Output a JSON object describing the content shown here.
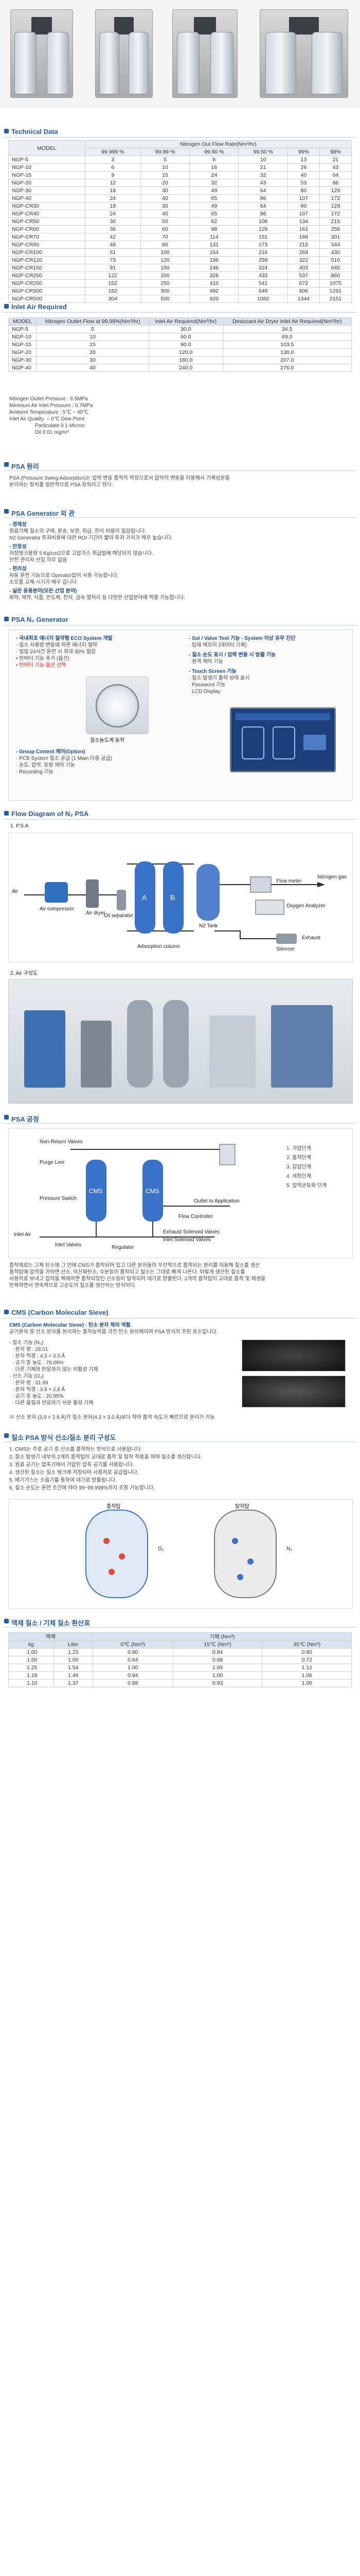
{
  "sections": {
    "tech": "Technical Data",
    "inlet": "Inlet Air Required",
    "psa": "PSA 원리",
    "gen": "PSA Generator 외 관",
    "nsys": "PSA N₂ Generator",
    "flow": "Flow Diagram of N₂ PSA",
    "psa2": "PSA 공정",
    "cms": "CMS (Carbon Molecular Sieve)",
    "traits": "질소 PSA 방식 선소/질소 분리 구성도",
    "conv": "액체 질소 / 기체 질소 환산표"
  },
  "tech_table": {
    "header_model": "MODEL",
    "header_flow": "Nitrogen Out Flow Rate(Nm³/hr)",
    "purities": [
      "99.999 %",
      "99.99 %",
      "99.90 %",
      "99.50 %",
      "99%",
      "98%"
    ],
    "rows": [
      [
        "NGP-5",
        "3",
        "5",
        "8",
        "10",
        "13",
        "21"
      ],
      [
        "NGP-10",
        "6",
        "10",
        "16",
        "21",
        "26",
        "43"
      ],
      [
        "NGP-15",
        "9",
        "15",
        "24",
        "32",
        "40",
        "64"
      ],
      [
        "NGP-20",
        "12",
        "20",
        "32",
        "43",
        "53",
        "86"
      ],
      [
        "NGP-30",
        "18",
        "30",
        "49",
        "64",
        "80",
        "129"
      ],
      [
        "NGP-40",
        "24",
        "40",
        "65",
        "86",
        "107",
        "172"
      ],
      [
        "NGP-CR30",
        "18",
        "30",
        "49",
        "64",
        "80",
        "129"
      ],
      [
        "NGP-CR40",
        "24",
        "40",
        "65",
        "86",
        "107",
        "172"
      ],
      [
        "NGP-CR50",
        "30",
        "50",
        "82",
        "108",
        "134",
        "215"
      ],
      [
        "NGP-CR60",
        "36",
        "60",
        "98",
        "129",
        "161",
        "258"
      ],
      [
        "NGP-CR70",
        "42",
        "70",
        "114",
        "151",
        "188",
        "301"
      ],
      [
        "NGP-CR80",
        "48",
        "80",
        "131",
        "173",
        "215",
        "344"
      ],
      [
        "NGP-CR100",
        "61",
        "100",
        "164",
        "216",
        "269",
        "430"
      ],
      [
        "NGP-CR120",
        "73",
        "120",
        "196",
        "259",
        "322",
        "516"
      ],
      [
        "NGP-CR150",
        "91",
        "150",
        "246",
        "324",
        "403",
        "645"
      ],
      [
        "NGP-CR200",
        "122",
        "200",
        "328",
        "433",
        "537",
        "860"
      ],
      [
        "NGP-CR250",
        "152",
        "250",
        "410",
        "541",
        "672",
        "1075"
      ],
      [
        "NGP-CR300",
        "182",
        "300",
        "492",
        "649",
        "806",
        "1291"
      ],
      [
        "NGP-CR500",
        "304",
        "500",
        "820",
        "1082",
        "1344",
        "2151"
      ]
    ]
  },
  "inlet_table": {
    "headers": [
      "MODEL",
      "Nitrogen Outlet Flow at 99.99%(Nm³/hr)",
      "Inlet Air Required(Nm³/hr)",
      "Desiccant Air Dryer Inlet Air Required(Nm³/hr)"
    ],
    "rows": [
      [
        "NGP-5",
        "5",
        "30.0",
        "34.5"
      ],
      [
        "NGP-10",
        "10",
        "60.0",
        "69.0"
      ],
      [
        "NGP-15",
        "15",
        "90.0",
        "103.5"
      ],
      [
        "NGP-20",
        "20",
        "120.0",
        "138.0"
      ],
      [
        "NGP-30",
        "30",
        "180.0",
        "207.0"
      ],
      [
        "NGP-40",
        "40",
        "240.0",
        "276.0"
      ]
    ],
    "notes": [
      "Nitrogen Outlet Pressure : 6.5MPa",
      "Minimum Air Inlet Pressure : 0.7MPa",
      "Ambient Temperature : 5℃ ~ 40℃",
      "Inlet Air Quality  – 0℃ Dew Point",
      "                  Particulate 0.1 Micron",
      "                  Oil 0.01 mg/m³"
    ]
  },
  "psa_text": [
    "PSA (Pressure Swing Adsorption)는 압력 변동 흡착의 약칭으로서 압력의 변동을 이용해서 기체성분을",
    "분리하는 장치를 일반적으로 PSA 장치라고 한다."
  ],
  "gen_text": {
    "p1_title": "- 경제성",
    "p1": [
      "원료기체 질소의 구매, 운송, 보관, 취급, 관리 비용이 절감됩니다.",
      "N2 Generator 투자비용에 대한 ROI 기간이 짧아 투자 가치가 매우 높습니다."
    ],
    "p2_title": "- 안정성",
    "p2": [
      "저장탱크용량 5 Kg/cm2으로 고압가스 취급법에 해당되지 않습니다.",
      "안전 관리자 선임 의무 없음"
    ],
    "p3_title": "- 편리성",
    "p3": [
      "자동 운전 기능으로 Operator없이 사용 가능합니다.",
      "소모품 교체 시기가 매우 깁니다."
    ],
    "p4_title": "- 넓은 응용분야(모든 산업 분야)",
    "p4": [
      "화학, 제약, 식품, 반도체, 전자, 금속 열처리 등 다양한 산업분야에 적용 가능합니다."
    ]
  },
  "nsys": {
    "left_title": "- 국내최초 에너지 절약형 ECO System 개발",
    "left_items": [
      "· 질소 사용량 변동에 따른 에너지 절약",
      "· 일일 24시간 운전 시 최대 30% 절감",
      "• 인버터 기능 추가 (옵션)"
    ],
    "left_red": "• 인버터 기능 옵션 선택",
    "group_title": "- Group Control 제어(Option)",
    "group_items": [
      "· PCB System 질소 공급 (1 Main 다중 공급)",
      "· 순도, 압력, 유량 제어 기능",
      "· Recording 기능"
    ],
    "right_title": "- Sol / Valve Test 기능 - System 이상 유무 진단",
    "right_items": [
      "· 탑재 메모리 (데이터 기록)"
    ],
    "right_title2": "- 질소 순도 표시 / 압력 변동 시 방출 기능",
    "right_items2": [
      "· 원격 제어 기능"
    ],
    "touch_title": "- Touch Screen 기능",
    "touch_items": [
      "· 질소 발생기 출력 상태 표시",
      "· Password 기능",
      "· LCD Display"
    ],
    "gauge_label": "질소농도계 동작"
  },
  "flow": {
    "title": "1. P.S.A",
    "air": "Air",
    "compressor": "Air compressor",
    "dryer": "Air dryer",
    "oil_sep": "Oil separator",
    "adsorption": "Adsorption column",
    "a": "A",
    "b": "B",
    "tank": "N2 Tank",
    "nitrogen": "Nitrogen gas",
    "flowmeter": "Flow meter",
    "analyzer": "Oxygen Analyzer",
    "exhaust": "Exhaust",
    "silencer": "Silencer",
    "sub2": "2. Air 구성도"
  },
  "psa_proc": {
    "nonreturn": "Non-Return Valves",
    "purge": "Purge Line",
    "cms": "CMS",
    "pressure": "Pressure Switch",
    "inlet": "Inlet Air",
    "inlet_valve": "Inlet Valves",
    "flow_ctrl": "Flow Controller",
    "n2_app": "Outlet to Application",
    "exhaust_valves": "Exhaust Solenoid Valves",
    "inlet_solenoid": "Inlet Solenoid Valves",
    "regulator": "Regulator",
    "list": [
      "1. 가압단계",
      "2. 흡착단계",
      "3. 감압단계",
      "4. 세정단계",
      "5. 압력균등화 단계"
    ],
    "desc": [
      "흡착제로는 고체 탄소에 그 안에 CMS가 흡착되어 있고 다른 분자들이 우선적으로 흡착되는 원리를 이용해 질소를 생산",
      "흡착탑에 압력을 가하면 산소, 이산화탄소, 수분등이 흡착되고 질소는 그대로 빠져 나온다. 이렇게 생산된 질소를",
      "사용처로 보내고 압력을 해제하면 흡착되었던 산소등이 탈착되어 대기로 방출된다. 2개의 흡착탑이 교대로 흡착 및 재생을",
      "반복하면서 연속적으로 고순도의 질소를 생산하는 방식이다."
    ]
  },
  "cms_block": {
    "title": "CMS (Carbon Molecular Sieve) : 탄소 분자 체의 역할.",
    "intro": "공기분자 중 산소 분자를 분리하는 흡착능력을 가진 탄소 분자체이며 PSA 방식의 주된 요소입니다.",
    "specs": [
      "- 질소 기능 (N₂)",
      "  · 분자 량 : 28.01",
      "  · 분자 직경 : 4.3 × 3.0 Å",
      "  · 공기 중 농도 : 78.09%",
      "  · 다른 기체와 반응하지 않는 비활성 기체",
      "- 산소 기능 (O₂)",
      "  · 분자 량 : 31.99",
      "  · 분자 직경 : 3.9 × 2.8 Å",
      "  · 공기 중 농도 : 20.95%",
      "  · 다른 물질과 반응하기 쉬운 활성 기체"
    ],
    "footer": "※ 산소 분자 (3.9 × 2.8 Å)가 질소 분자(4.3 × 3.0 Å)보다 작아 흡착 속도가 빠르므로 분리가 가능"
  },
  "traits": {
    "items": [
      "1. CMS는 주로 공기 중 산소를 흡착하는 방식으로 사용됩니다.",
      "2. 질소 발생기 내부의 2개의 흡착탑이 교대로 흡착 및 탈착 작용을 하여 질소를 생산합니다.",
      "3. 원료 공기는 압축기에서 가압된 압축 공기를 사용합니다.",
      "4. 생산된 질소는 질소 탱크에 저장되어 사용처로 공급됩니다.",
      "5. 배기가스는 소음기를 통하여 대기로 방출됩니다.",
      "6. 질소 순도는 운전 조건에 따라 99~99.999%까지 조정 가능합니다."
    ],
    "fig_left": "흡착탑",
    "fig_right": "탈착탑",
    "o2": "O₂",
    "n2": "N₂"
  },
  "conv_table": {
    "header": [
      "액체",
      "기체 (Nm³)"
    ],
    "sub": [
      "kg",
      "Liter",
      "0℃ (Nm³)",
      "15℃ (Nm³)",
      "35℃ (Nm³)"
    ],
    "rows": [
      [
        "1.00",
        "1.23",
        "0.80",
        "0.84",
        "0.90"
      ],
      [
        "1.00",
        "1.00",
        "0.64",
        "0.68",
        "0.72"
      ],
      [
        "1.25",
        "1.54",
        "1.00",
        "1.05",
        "1.12"
      ],
      [
        "1.18",
        "1.46",
        "0.94",
        "1.00",
        "1.06"
      ],
      [
        "1.10",
        "1.37",
        "0.88",
        "0.93",
        "1.00"
      ]
    ]
  }
}
